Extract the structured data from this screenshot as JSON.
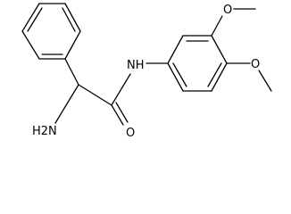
{
  "molecule": {
    "atoms": {
      "amine": "H2N",
      "amide_nitrogen": "NH",
      "carbonyl_oxygen": "O",
      "methoxy_oxygen_top": "O",
      "methoxy_oxygen_bottom": "O"
    }
  },
  "colors": {
    "bond": "#000000",
    "text": "#000000",
    "background": "#ffffff"
  }
}
